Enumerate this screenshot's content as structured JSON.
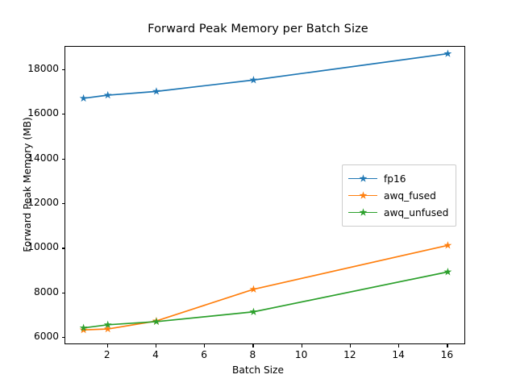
{
  "chart_data": {
    "type": "line",
    "title": "Forward Peak Memory per Batch Size",
    "xlabel": "Batch Size",
    "ylabel": "Forward Peak Memory (MB)",
    "x": [
      1,
      2,
      4,
      8,
      16
    ],
    "xlim": [
      0.25,
      16.75
    ],
    "ylim": [
      5680,
      19050
    ],
    "xticks": [
      2,
      4,
      6,
      8,
      10,
      12,
      14,
      16
    ],
    "xtick_labels": [
      "2",
      "4",
      "6",
      "8",
      "10",
      "12",
      "14",
      "16"
    ],
    "yticks": [
      6000,
      8000,
      10000,
      12000,
      14000,
      16000,
      18000
    ],
    "ytick_labels": [
      "6000",
      "8000",
      "10000",
      "12000",
      "14000",
      "16000",
      "18000"
    ],
    "grid": false,
    "legend_position": "center right",
    "marker": "star",
    "series": [
      {
        "name": "fp16",
        "color": "#1f77b4",
        "values": [
          16740,
          16880,
          17050,
          17560,
          18740
        ]
      },
      {
        "name": "awq_fused",
        "color": "#ff7f0e",
        "values": [
          6360,
          6400,
          6760,
          8180,
          10150
        ]
      },
      {
        "name": "awq_unfused",
        "color": "#2ca02c",
        "values": [
          6450,
          6590,
          6730,
          7170,
          8960
        ]
      }
    ]
  },
  "legend": {
    "entries": [
      "fp16",
      "awq_fused",
      "awq_unfused"
    ]
  }
}
